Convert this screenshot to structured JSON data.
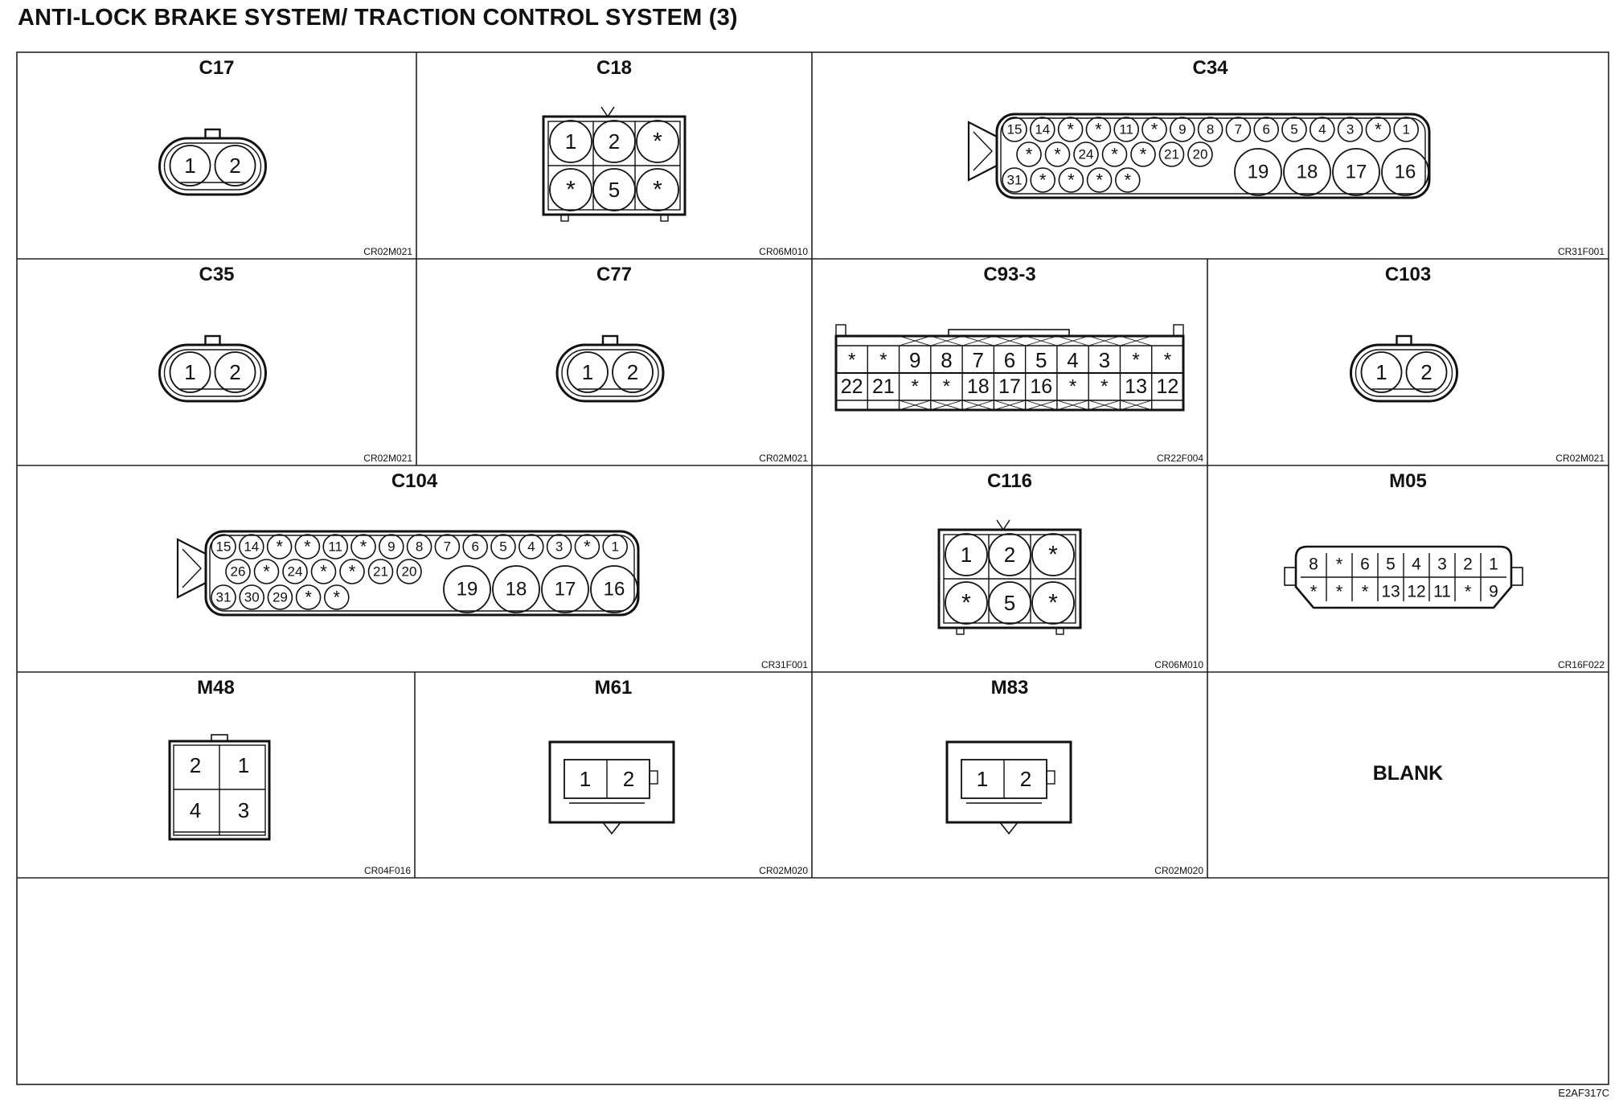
{
  "title": "ANTI-LOCK BRAKE SYSTEM/ TRACTION CONTROL SYSTEM (3)",
  "drawing_code": "E2AF317C",
  "connectors": [
    {
      "id": "c17",
      "name": "C17",
      "code": "CR02M021",
      "pins": [
        "1",
        "2"
      ]
    },
    {
      "id": "c18",
      "name": "C18",
      "code": "CR06M010",
      "pins": [
        "1",
        "2",
        "*",
        "*",
        "5",
        "*"
      ]
    },
    {
      "id": "c34",
      "name": "C34",
      "code": "CR31F001",
      "pins_row1": [
        "15",
        "14",
        "*",
        "*",
        "11",
        "*",
        "9",
        "8",
        "7",
        "6",
        "5",
        "4",
        "3",
        "*",
        "1"
      ],
      "pins_row2": [
        "*",
        "*",
        "24",
        "*",
        "*",
        "21",
        "20"
      ],
      "pins_row3": [
        "31",
        "*",
        "*",
        "*",
        "*"
      ],
      "pins_large": [
        "19",
        "18",
        "17",
        "16"
      ]
    },
    {
      "id": "c35",
      "name": "C35",
      "code": "CR02M021",
      "pins": [
        "1",
        "2"
      ]
    },
    {
      "id": "c77",
      "name": "C77",
      "code": "CR02M021",
      "pins": [
        "1",
        "2"
      ]
    },
    {
      "id": "c93-3",
      "name": "C93-3",
      "code": "CR22F004",
      "pins_top": [
        "*",
        "*",
        "9",
        "8",
        "7",
        "6",
        "5",
        "4",
        "3",
        "*",
        "*"
      ],
      "pins_bottom": [
        "22",
        "21",
        "*",
        "*",
        "18",
        "17",
        "16",
        "*",
        "*",
        "13",
        "12"
      ]
    },
    {
      "id": "c103",
      "name": "C103",
      "code": "CR02M021",
      "pins": [
        "1",
        "2"
      ]
    },
    {
      "id": "c104",
      "name": "C104",
      "code": "CR31F001",
      "pins_row1": [
        "15",
        "14",
        "*",
        "*",
        "11",
        "*",
        "9",
        "8",
        "7",
        "6",
        "5",
        "4",
        "3",
        "*",
        "1"
      ],
      "pins_row2": [
        "26",
        "*",
        "24",
        "*",
        "*",
        "21",
        "20"
      ],
      "pins_row3": [
        "31",
        "30",
        "29",
        "*",
        "*"
      ],
      "pins_large": [
        "19",
        "18",
        "17",
        "16"
      ]
    },
    {
      "id": "c116",
      "name": "C116",
      "code": "CR06M010",
      "pins": [
        "1",
        "2",
        "*",
        "*",
        "5",
        "*"
      ]
    },
    {
      "id": "m05",
      "name": "M05",
      "code": "CR16F022",
      "pins_top": [
        "8",
        "*",
        "6",
        "5",
        "4",
        "3",
        "2",
        "1"
      ],
      "pins_bottom": [
        "*",
        "*",
        "*",
        "13",
        "12",
        "11",
        "*",
        "9"
      ]
    },
    {
      "id": "m48",
      "name": "M48",
      "code": "CR04F016",
      "pins": [
        "2",
        "1",
        "4",
        "3"
      ]
    },
    {
      "id": "m61",
      "name": "M61",
      "code": "CR02M020",
      "pins": [
        "1",
        "2"
      ]
    },
    {
      "id": "m83",
      "name": "M83",
      "code": "CR02M020",
      "pins": [
        "1",
        "2"
      ]
    },
    {
      "id": "blank",
      "name": "BLANK"
    }
  ]
}
